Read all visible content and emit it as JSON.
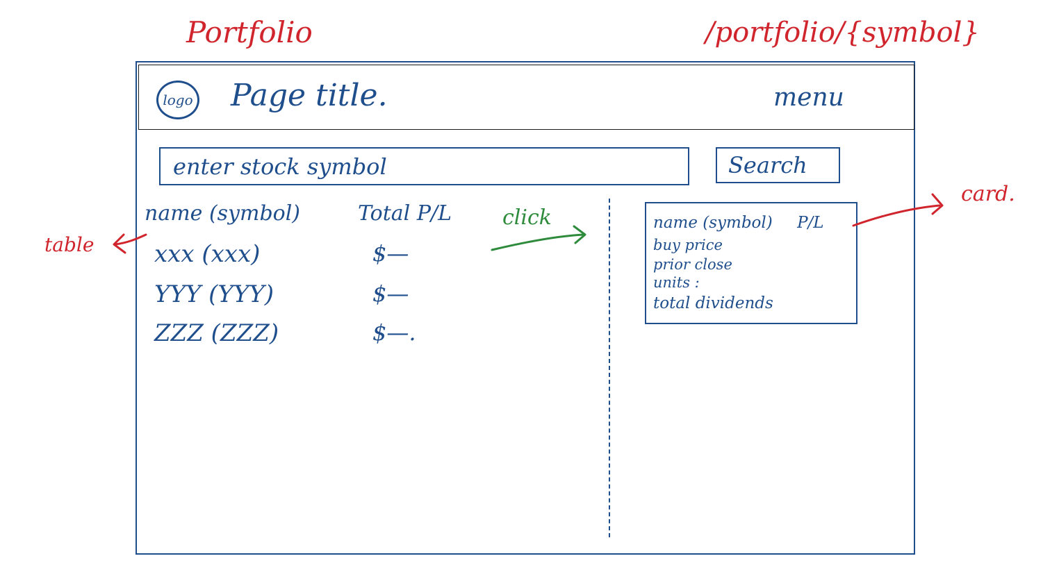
{
  "annotations": {
    "page_label": "Portfolio",
    "route": "/portfolio/{symbol}",
    "table_label": "table",
    "card_label": "card.",
    "click_label": "click"
  },
  "header": {
    "logo": "logo",
    "title": "Page title.",
    "menu": "menu"
  },
  "search": {
    "placeholder": "enter stock symbol",
    "button_label": "Search"
  },
  "table": {
    "columns": [
      "name (symbol)",
      "Total P/L"
    ],
    "rows": [
      {
        "name": "xxx (xxx)",
        "pl": "$—"
      },
      {
        "name": "YYY (YYY)",
        "pl": "$—"
      },
      {
        "name": "ZZZ (ZZZ)",
        "pl": "$—."
      }
    ]
  },
  "card": {
    "title": "name (symbol)",
    "pl": "P/L",
    "lines": [
      "buy price",
      "prior close",
      "units :",
      "total dividends"
    ]
  },
  "colors": {
    "sketch_blue": "#1f4e8c",
    "annotation_red": "#d0252c",
    "annotation_green": "#2e8b3c"
  }
}
